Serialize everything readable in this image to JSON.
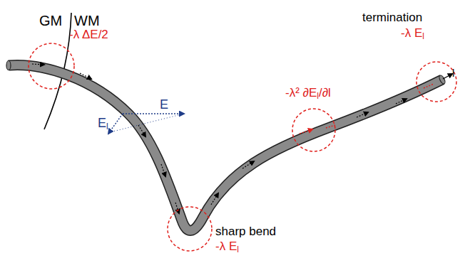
{
  "diagram": {
    "labels": [
      "GM",
      "WM",
      "-λ ΔE/2",
      "E",
      "El",
      "termination",
      "-λ El",
      "l",
      "-λ² ∂El/∂l",
      "sharp bend",
      "-λ El"
    ]
  }
}
